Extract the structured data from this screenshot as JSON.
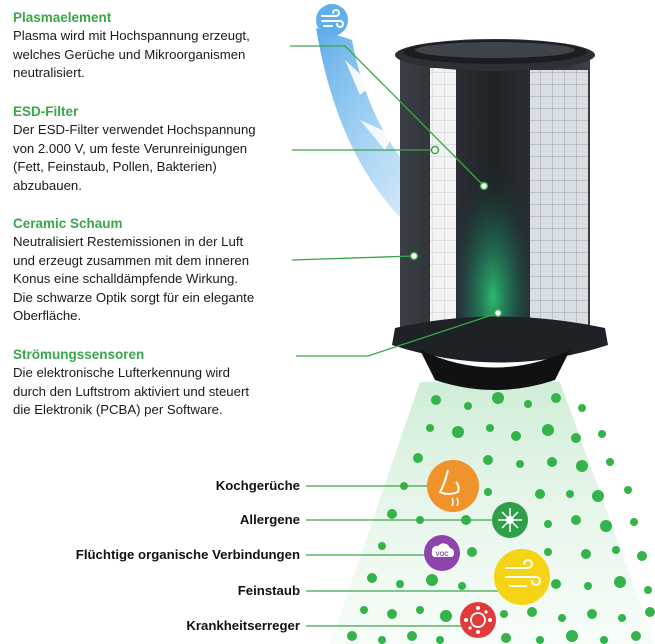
{
  "features": [
    {
      "title": "Plasmaelement",
      "lines": [
        "Plasma wird mit Hochspannung erzeugt,",
        "welches Gerüche und Mikroorganismen",
        "neutralisiert."
      ]
    },
    {
      "title": "ESD-Filter",
      "lines": [
        "Der ESD-Filter verwendet Hochspannung",
        "von 2.000 V, um feste Verunreinigungen",
        "(Fett, Feinstaub, Pollen, Bakterien)",
        "abzubauen."
      ]
    },
    {
      "title": "Ceramic Schaum",
      "lines": [
        "Neutralisiert Restemissionen in der Luft",
        "und erzeugt zusammen mit dem inneren",
        "Konus eine schalldämpfende Wirkung.",
        "Die schwarze Optik sorgt für ein elegante",
        "Oberfläche."
      ]
    },
    {
      "title": "Strömungssensoren",
      "lines": [
        "Die elektronische Lufterkennung wird",
        "durch den Luftstrom aktiviert und steuert",
        "die Elektronik (PCBA) per Software."
      ]
    }
  ],
  "pollutants": [
    {
      "label": "Kochgerüche",
      "icon": "nose-smell-icon",
      "color": "#f0932b"
    },
    {
      "label": "Allergene",
      "icon": "pollen-icon",
      "color": "#2e9e48"
    },
    {
      "label": "Flüchtige organische Verbindungen",
      "icon": "voc-cloud-icon",
      "color": "#8e44ad"
    },
    {
      "label": "Feinstaub",
      "icon": "dust-wind-icon",
      "color": "#f5d416"
    },
    {
      "label": "Krankheitserreger",
      "icon": "germ-icon",
      "color": "#e03a3a"
    }
  ],
  "voc_badge_text": "VOC",
  "colors": {
    "accent_green": "#3aa64a",
    "air_blue": "#6bb8ea",
    "dark_body": "#2a2d31"
  }
}
